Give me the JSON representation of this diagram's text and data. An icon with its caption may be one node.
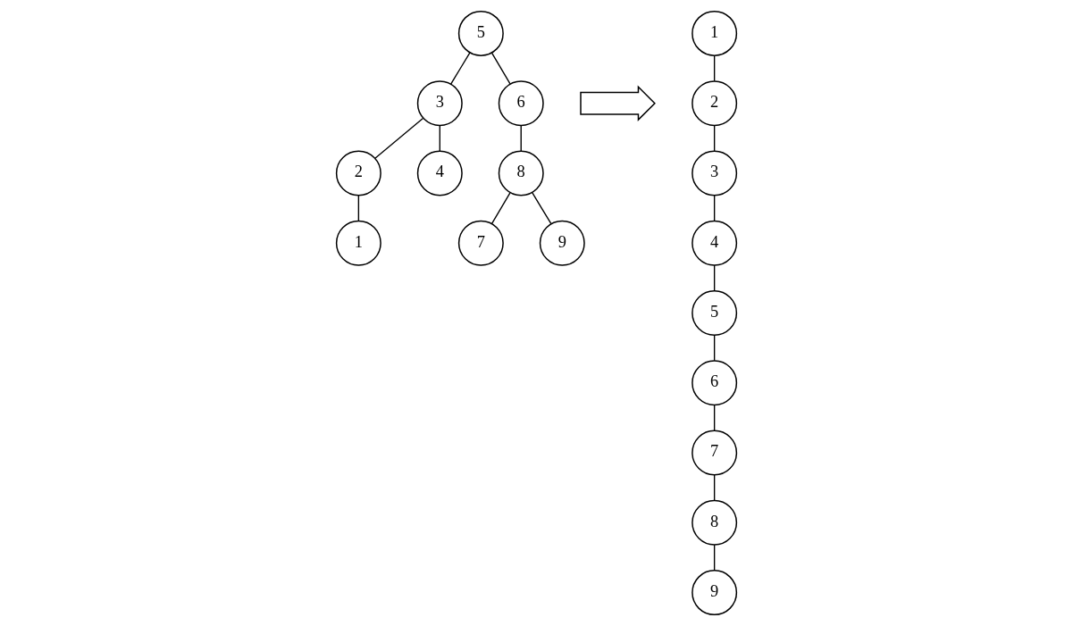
{
  "diagram": {
    "nodes": [
      {
        "text": [
          "5"
        ]
      },
      {
        "text": [
          "3"
        ]
      },
      {
        "text": [
          "6"
        ]
      },
      {
        "text": [
          "2"
        ]
      },
      {
        "text": [
          "4"
        ]
      },
      {
        "text": [
          "8"
        ]
      },
      {
        "text": [
          "1"
        ]
      },
      {
        "text": [
          "7"
        ]
      },
      {
        "text": [
          "9"
        ]
      },
      {
        "text": [],
        "shape": "arrow"
      },
      {
        "text": [
          "1"
        ]
      },
      {
        "text": [
          "2"
        ]
      },
      {
        "text": [
          "3"
        ]
      },
      {
        "text": [
          "4"
        ]
      },
      {
        "text": [
          "5"
        ]
      },
      {
        "text": [
          "6"
        ]
      },
      {
        "text": [
          "7"
        ]
      },
      {
        "text": [
          "8"
        ]
      },
      {
        "text": [
          "9"
        ]
      }
    ],
    "edges": [
      {
        "from": 0,
        "to": 1,
        "arrow": "none"
      },
      {
        "from": 0,
        "to": 2,
        "arrow": "none"
      },
      {
        "from": 1,
        "to": 3,
        "arrow": "none"
      },
      {
        "from": 1,
        "to": 4,
        "arrow": "none"
      },
      {
        "from": 2,
        "to": 5,
        "arrow": "none"
      },
      {
        "from": 3,
        "to": 6,
        "arrow": "none"
      },
      {
        "from": 5,
        "to": 7,
        "arrow": "none"
      },
      {
        "from": 5,
        "to": 8,
        "arrow": "none"
      },
      {
        "from": 10,
        "to": 11,
        "arrow": "none"
      },
      {
        "from": 11,
        "to": 12,
        "arrow": "none"
      },
      {
        "from": 12,
        "to": 13,
        "arrow": "none"
      },
      {
        "from": 13,
        "to": 14,
        "arrow": "none"
      },
      {
        "from": 14,
        "to": 15,
        "arrow": "none"
      },
      {
        "from": 15,
        "to": 16,
        "arrow": "none"
      },
      {
        "from": 16,
        "to": 17,
        "arrow": "none"
      },
      {
        "from": 17,
        "to": 18,
        "arrow": "none"
      }
    ]
  }
}
